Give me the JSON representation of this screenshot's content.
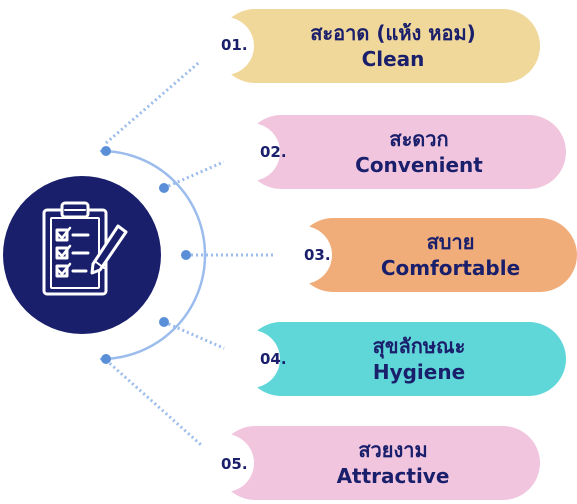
{
  "center_icon": "clipboard-checklist-icon",
  "colors": {
    "navy": "#1a1f6c",
    "line": "#9bbcec",
    "dot": "#5a8fd8"
  },
  "items": [
    {
      "number": "01.",
      "thai": "สะอาด (แห้ง หอม)",
      "english": "Clean",
      "color": "#f0d79a"
    },
    {
      "number": "02.",
      "thai": "สะดวก",
      "english": "Convenient",
      "color": "#f1c5de"
    },
    {
      "number": "03.",
      "thai": "สบาย",
      "english": "Comfortable",
      "color": "#f0ad7a"
    },
    {
      "number": "04.",
      "thai": "สุขลักษณะ",
      "english": "Hygiene",
      "color": "#5fd7d8"
    },
    {
      "number": "05.",
      "thai": "สวยงาม",
      "english": "Attractive",
      "color": "#f1c5de"
    }
  ]
}
